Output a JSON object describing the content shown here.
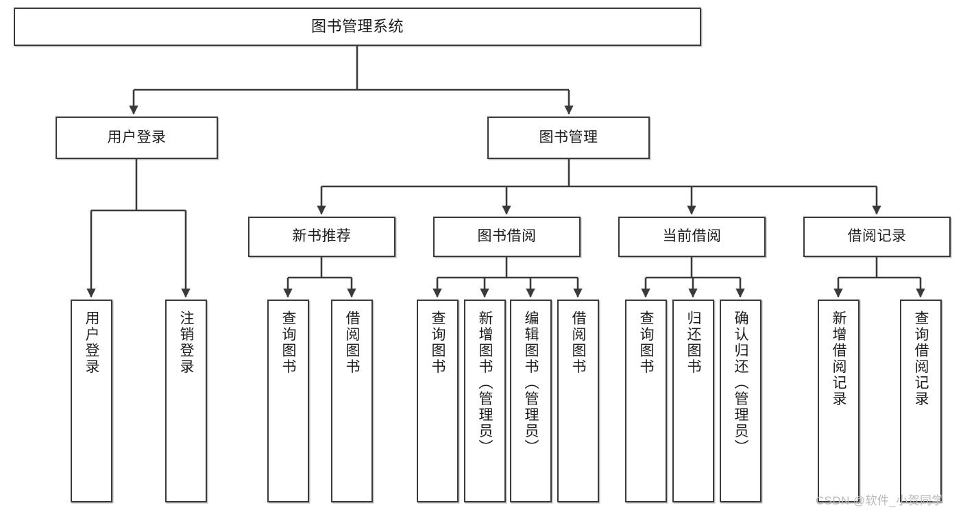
{
  "diagram": {
    "title": "图书管理系统",
    "type": "functional-structure-tree",
    "orientation": "top-down",
    "stroke_color": "#3a3a3c",
    "fill_color": "#ffffff",
    "text_color": "#1c1c1e"
  },
  "nodes": {
    "root": {
      "label": "图书管理系统",
      "level": 1
    },
    "l2": [
      {
        "id": "user-login",
        "label": "用户登录",
        "level": 2
      },
      {
        "id": "book-manage",
        "label": "图书管理",
        "level": 2
      }
    ],
    "l3": [
      {
        "id": "new-book-rec",
        "label": "新书推荐",
        "level": 3,
        "parent": "book-manage"
      },
      {
        "id": "book-borrow",
        "label": "图书借阅",
        "level": 3,
        "parent": "book-manage"
      },
      {
        "id": "current-borrow",
        "label": "当前借阅",
        "level": 3,
        "parent": "book-manage"
      },
      {
        "id": "borrow-record",
        "label": "借阅记录",
        "level": 3,
        "parent": "book-manage"
      }
    ],
    "leaves": [
      {
        "id": "leaf-user-login",
        "label": "用户登录",
        "parent": "user-login"
      },
      {
        "id": "leaf-user-logout",
        "label": "注销登录",
        "parent": "user-login"
      },
      {
        "id": "leaf-query-book-1",
        "label": "查询图书",
        "parent": "new-book-rec"
      },
      {
        "id": "leaf-borrow-book-1",
        "label": "借阅图书",
        "parent": "new-book-rec"
      },
      {
        "id": "leaf-query-book-2",
        "label": "查询图书",
        "parent": "book-borrow"
      },
      {
        "id": "leaf-add-book",
        "label": "新增图书（管理员）",
        "parent": "book-borrow"
      },
      {
        "id": "leaf-edit-book",
        "label": "编辑图书（管理员）",
        "parent": "book-borrow"
      },
      {
        "id": "leaf-borrow-book-2",
        "label": "借阅图书",
        "parent": "book-borrow"
      },
      {
        "id": "leaf-query-book-3",
        "label": "查询图书",
        "parent": "current-borrow"
      },
      {
        "id": "leaf-return-book",
        "label": "归还图书",
        "parent": "current-borrow"
      },
      {
        "id": "leaf-confirm-return",
        "label": "确认归还（管理员）",
        "parent": "current-borrow"
      },
      {
        "id": "leaf-add-record",
        "label": "新增借阅记录",
        "parent": "borrow-record"
      },
      {
        "id": "leaf-query-record",
        "label": "查询借阅记录",
        "parent": "borrow-record"
      }
    ]
  },
  "watermark": {
    "text": "CSDN @软件_小贺同学"
  }
}
